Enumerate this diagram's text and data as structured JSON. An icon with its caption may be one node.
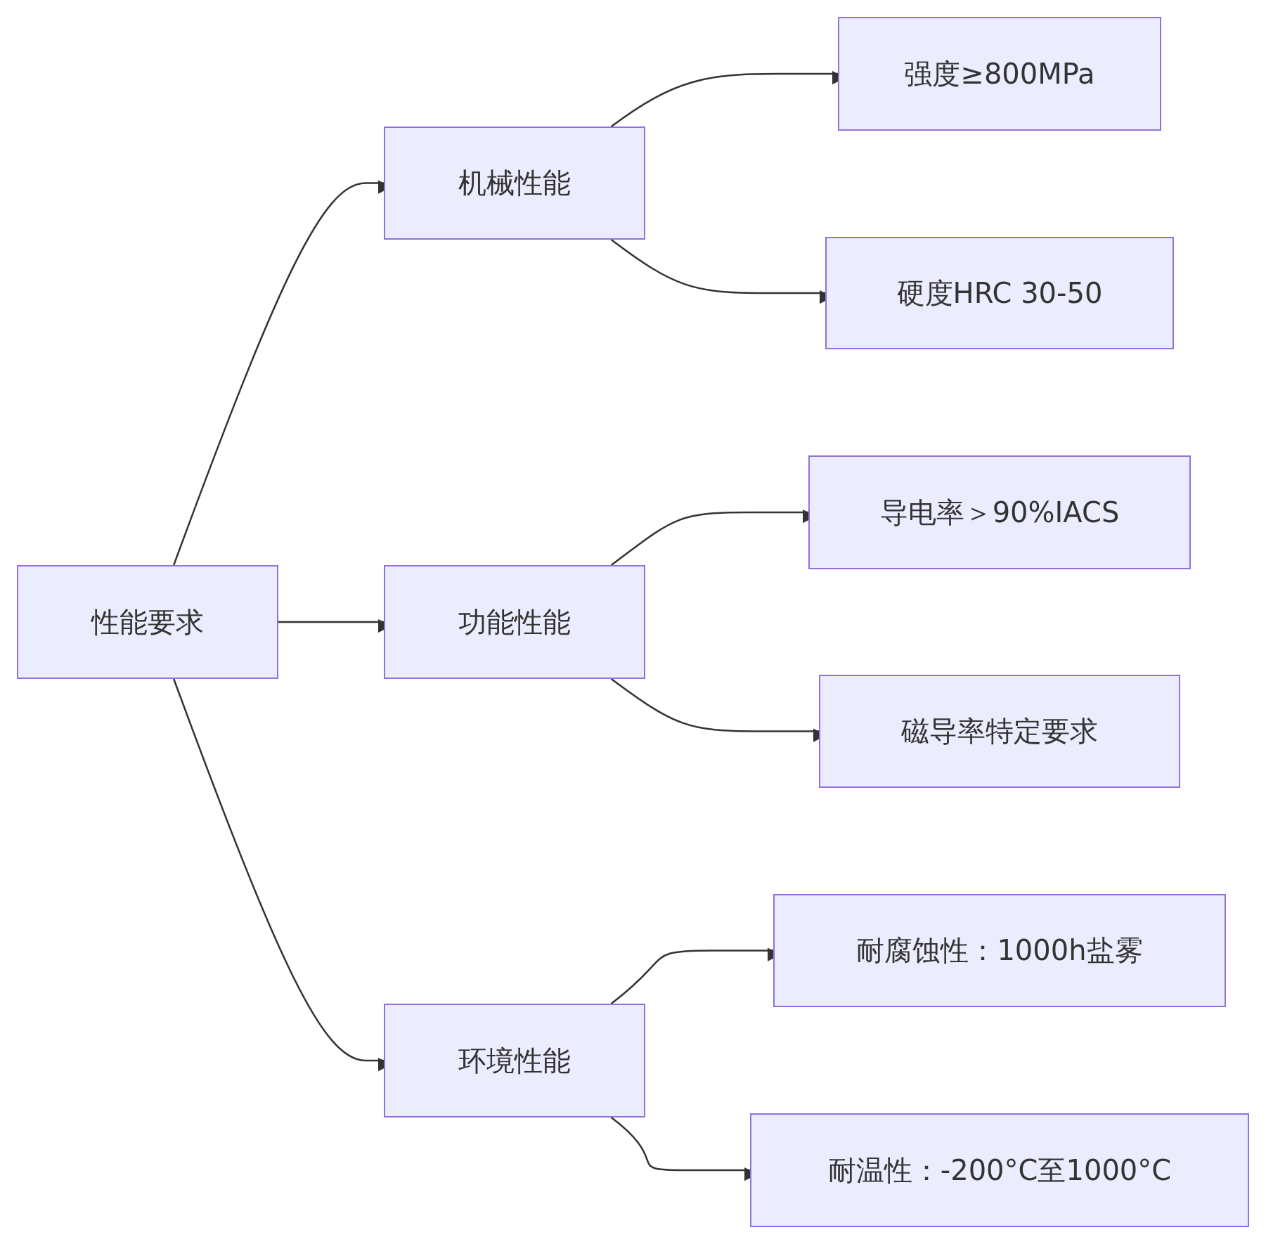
{
  "diagram": {
    "nodes": [
      {
        "text": [
          "性能要求"
        ]
      },
      {
        "text": [
          "机械性能"
        ]
      },
      {
        "text": [
          "强度≥800MPa"
        ]
      },
      {
        "text": [
          "硬度HRC 30-50"
        ]
      },
      {
        "text": [
          "功能性能"
        ]
      },
      {
        "text": [
          "导电率＞90%IACS"
        ]
      },
      {
        "text": [
          "磁导率特定要求"
        ]
      },
      {
        "text": [
          "环境性能"
        ]
      },
      {
        "text": [
          "耐腐蚀性：1000h盐雾"
        ]
      },
      {
        "text": [
          "耐温性：-200°C至1000°C"
        ]
      }
    ],
    "edges": [
      {
        "from": 0,
        "to": 1,
        "arrow": "to"
      },
      {
        "from": 0,
        "to": 4,
        "arrow": "to"
      },
      {
        "from": 0,
        "to": 7,
        "arrow": "to"
      },
      {
        "from": 1,
        "to": 2,
        "arrow": "to"
      },
      {
        "from": 1,
        "to": 3,
        "arrow": "to"
      },
      {
        "from": 4,
        "to": 5,
        "arrow": "to"
      },
      {
        "from": 4,
        "to": 6,
        "arrow": "to"
      },
      {
        "from": 7,
        "to": 8,
        "arrow": "to"
      },
      {
        "from": 7,
        "to": 9,
        "arrow": "to"
      }
    ]
  }
}
